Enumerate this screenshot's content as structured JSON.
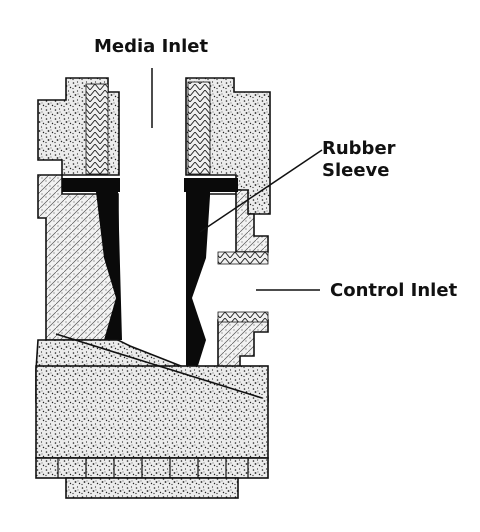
{
  "labels": {
    "media_inlet": "Media Inlet",
    "rubber_sleeve_line1": "Rubber",
    "rubber_sleeve_line2": "Sleeve",
    "control_inlet": "Control Inlet"
  },
  "colors": {
    "ink": "#111111",
    "body_fill": "#e8e8e8",
    "sleeve": "#0a0a0a",
    "background": "#ffffff"
  }
}
